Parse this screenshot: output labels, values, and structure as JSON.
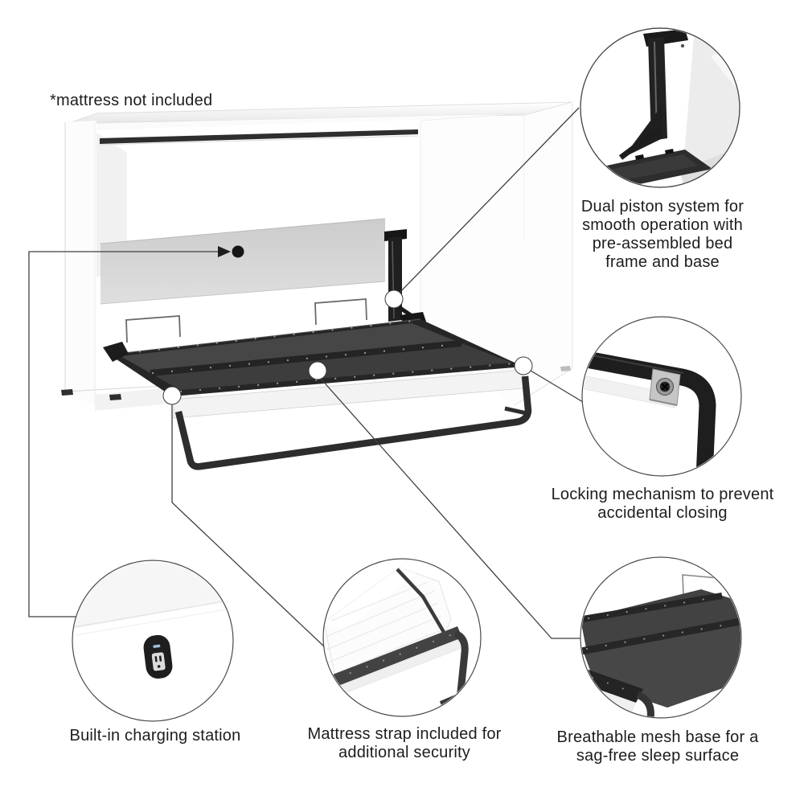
{
  "note": "*mattress not included",
  "callouts": {
    "dual_piston": "Dual piston system for\nsmooth operation with\npre-assembled bed\nframe and base",
    "locking": "Locking mechanism to prevent\naccidental closing",
    "charging": "Built-in charging station",
    "strap": "Mattress strap included for\nadditional security",
    "mesh": "Breathable mesh base for a\nsag-free sleep surface"
  },
  "colors": {
    "background": "#ffffff",
    "text": "#1d1d1d",
    "callout_line": "#3f3f3f",
    "frame_black": "#262626",
    "mesh_gray": "#454545",
    "back_panel_gray": "#d2d2d2",
    "cabinet_white": "#fafafa"
  }
}
